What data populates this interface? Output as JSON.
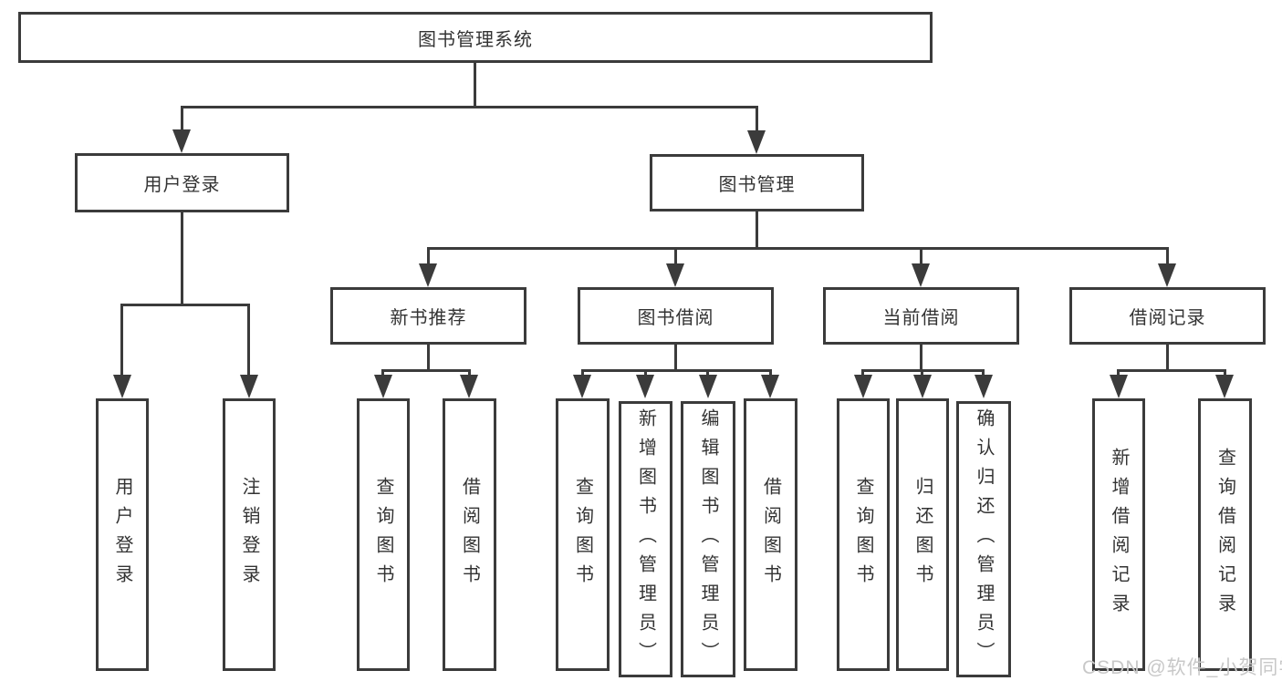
{
  "diagram": {
    "root": {
      "label": "图书管理系统"
    },
    "user_login": {
      "label": "用户登录",
      "leaves": [
        {
          "label": "用户登录"
        },
        {
          "label": "注销登录"
        }
      ]
    },
    "book_management": {
      "label": "图书管理",
      "groups": [
        {
          "label": "新书推荐",
          "leaves": [
            {
              "label": "查询图书"
            },
            {
              "label": "借阅图书"
            }
          ]
        },
        {
          "label": "图书借阅",
          "leaves": [
            {
              "label": "查询图书"
            },
            {
              "label": "新增图书（管理员）"
            },
            {
              "label": "编辑图书（管理员）"
            },
            {
              "label": "借阅图书"
            }
          ]
        },
        {
          "label": "当前借阅",
          "leaves": [
            {
              "label": "查询图书"
            },
            {
              "label": "归还图书"
            },
            {
              "label": "确认归还（管理员）"
            }
          ]
        },
        {
          "label": "借阅记录",
          "leaves": [
            {
              "label": "新增借阅记录"
            },
            {
              "label": "查询借阅记录"
            }
          ]
        }
      ]
    }
  },
  "watermark": {
    "text": "CSDN @软件_小贺同学"
  },
  "colors": {
    "line": "#3b3b3b",
    "text": "#333333",
    "background": "#ffffff",
    "watermark": "#c8c8c8"
  }
}
